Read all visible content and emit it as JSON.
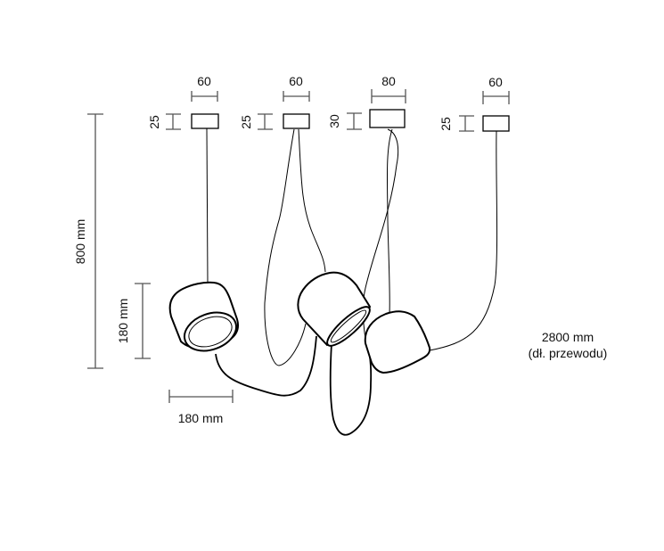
{
  "canopies": [
    {
      "width_label": "60",
      "height_label": "25"
    },
    {
      "width_label": "60",
      "height_label": "25"
    },
    {
      "width_label": "80",
      "height_label": "30"
    },
    {
      "width_label": "60",
      "height_label": "25"
    }
  ],
  "dimensions": {
    "total_height": "800 mm",
    "lamp_height": "180 mm",
    "lamp_width": "180 mm",
    "cable_length": "2800 mm",
    "cable_length_note": "(dł. przewodu)"
  }
}
